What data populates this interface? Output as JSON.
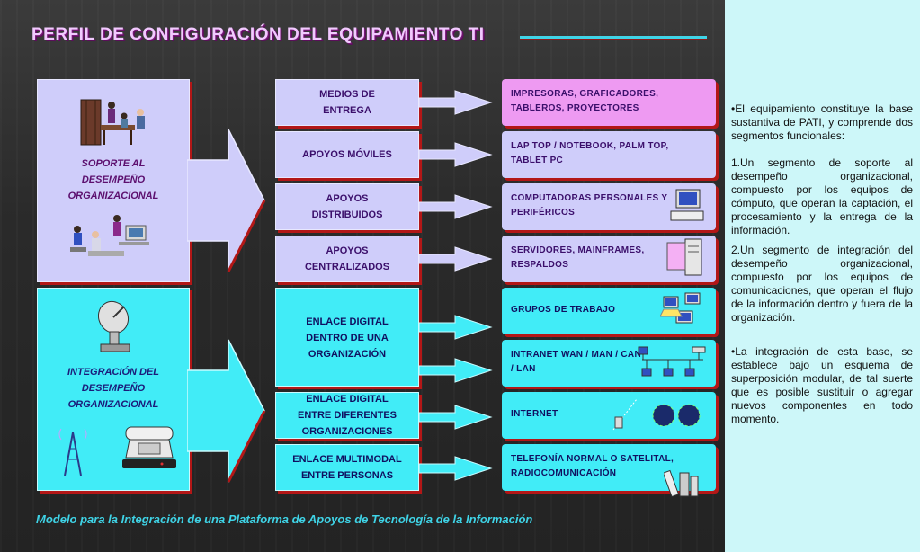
{
  "title": "PERFIL DE CONFIGURACIÓN DEL EQUIPAMIENTO TI",
  "left": {
    "top_label": "SOPORTE AL DESEMPEÑO ORGANIZACIONAL",
    "bottom_label": "INTEGRACIÓN DEL DESEMPEÑO ORGANIZACIONAL"
  },
  "middle": [
    "MEDIOS DE ENTREGA",
    "APOYOS MÓVILES",
    "APOYOS DISTRIBUIDOS",
    "APOYOS CENTRALIZADOS",
    "ENLACE DIGITAL DENTRO DE UNA ORGANIZACIÓN",
    "ENLACE DIGITAL ENTRE DIFERENTES ORGANIZACIONES",
    "ENLACE MULTIMODAL ENTRE PERSONAS"
  ],
  "right": [
    "IMPRESORAS, GRAFICADORES, TABLEROS, PROYECTORES",
    "LAP TOP / NOTEBOOK, PALM TOP, TABLET PC",
    "COMPUTADORAS PERSONALES Y PERIFÉRICOS",
    "SERVIDORES, MAINFRAMES, RESPALDOS",
    "GRUPOS DE TRABAJO",
    "INTRANET WAN / MAN / CAN / LAN",
    "INTERNET",
    "TELEFONÍA NORMAL O SATELITAL, RADIOCOMUNICACIÓN"
  ],
  "caption": "Modelo para la Integración de una Plataforma de Apoyos de Tecnología de la Información",
  "sidebar": {
    "p1": "•El equipamiento constituye la base sustantiva de PATI, y comprende dos segmentos funcionales:",
    "p2": "1.Un segmento de soporte al desempeño organizacional, compuesto por los equipos de cómputo, que operan la captación, el procesamiento y la entrega de la información.",
    "p3": "2.Un segmento de integración del desempeño organizacional, compuesto por los equipos de comunicaciones, que operan el flujo de la información dentro y fuera de la organización.",
    "p4": "•La integración de esta base, se establece bajo un esquema de superposición modular, de tal suerte que es posible sustituir o agregar nuevos componentes en todo momento."
  },
  "colors": {
    "lavender": "#cfcdfa",
    "cyan": "#41ecf7",
    "pink": "#ee9af2",
    "shadow": "#b31717",
    "title": "#f2c9ff",
    "caption": "#3fd3e6"
  },
  "icons": [
    "office-desk-icon",
    "people-workstation-icon",
    "satellite-dish-icon",
    "telephone-icon",
    "radio-tower-icon",
    "monitor-icon",
    "server-tower-icon",
    "workgroup-computers-icon",
    "network-lan-icon",
    "globe-internet-icon",
    "phone-handset-icon"
  ]
}
